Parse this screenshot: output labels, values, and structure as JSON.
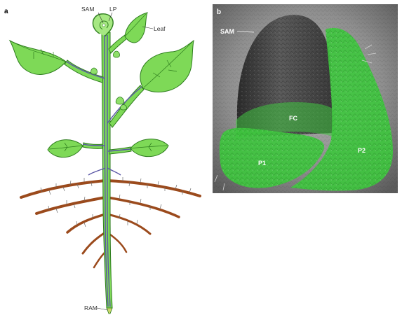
{
  "panel_a": {
    "label": "a",
    "labels": {
      "sam": "SAM",
      "lp": "LP",
      "leaf": "Leaf",
      "ram": "RAM"
    }
  },
  "panel_b": {
    "label": "b",
    "labels": {
      "sam": "SAM",
      "fc": "FC",
      "p1": "P1",
      "p2": "P2"
    }
  },
  "colors": {
    "leaf_fill": "#7ed957",
    "leaf_stroke": "#2e7d1e",
    "vasculature": "#5b57a6",
    "root": "#9b4a1c",
    "sem_overlay": "#3fc53f"
  }
}
